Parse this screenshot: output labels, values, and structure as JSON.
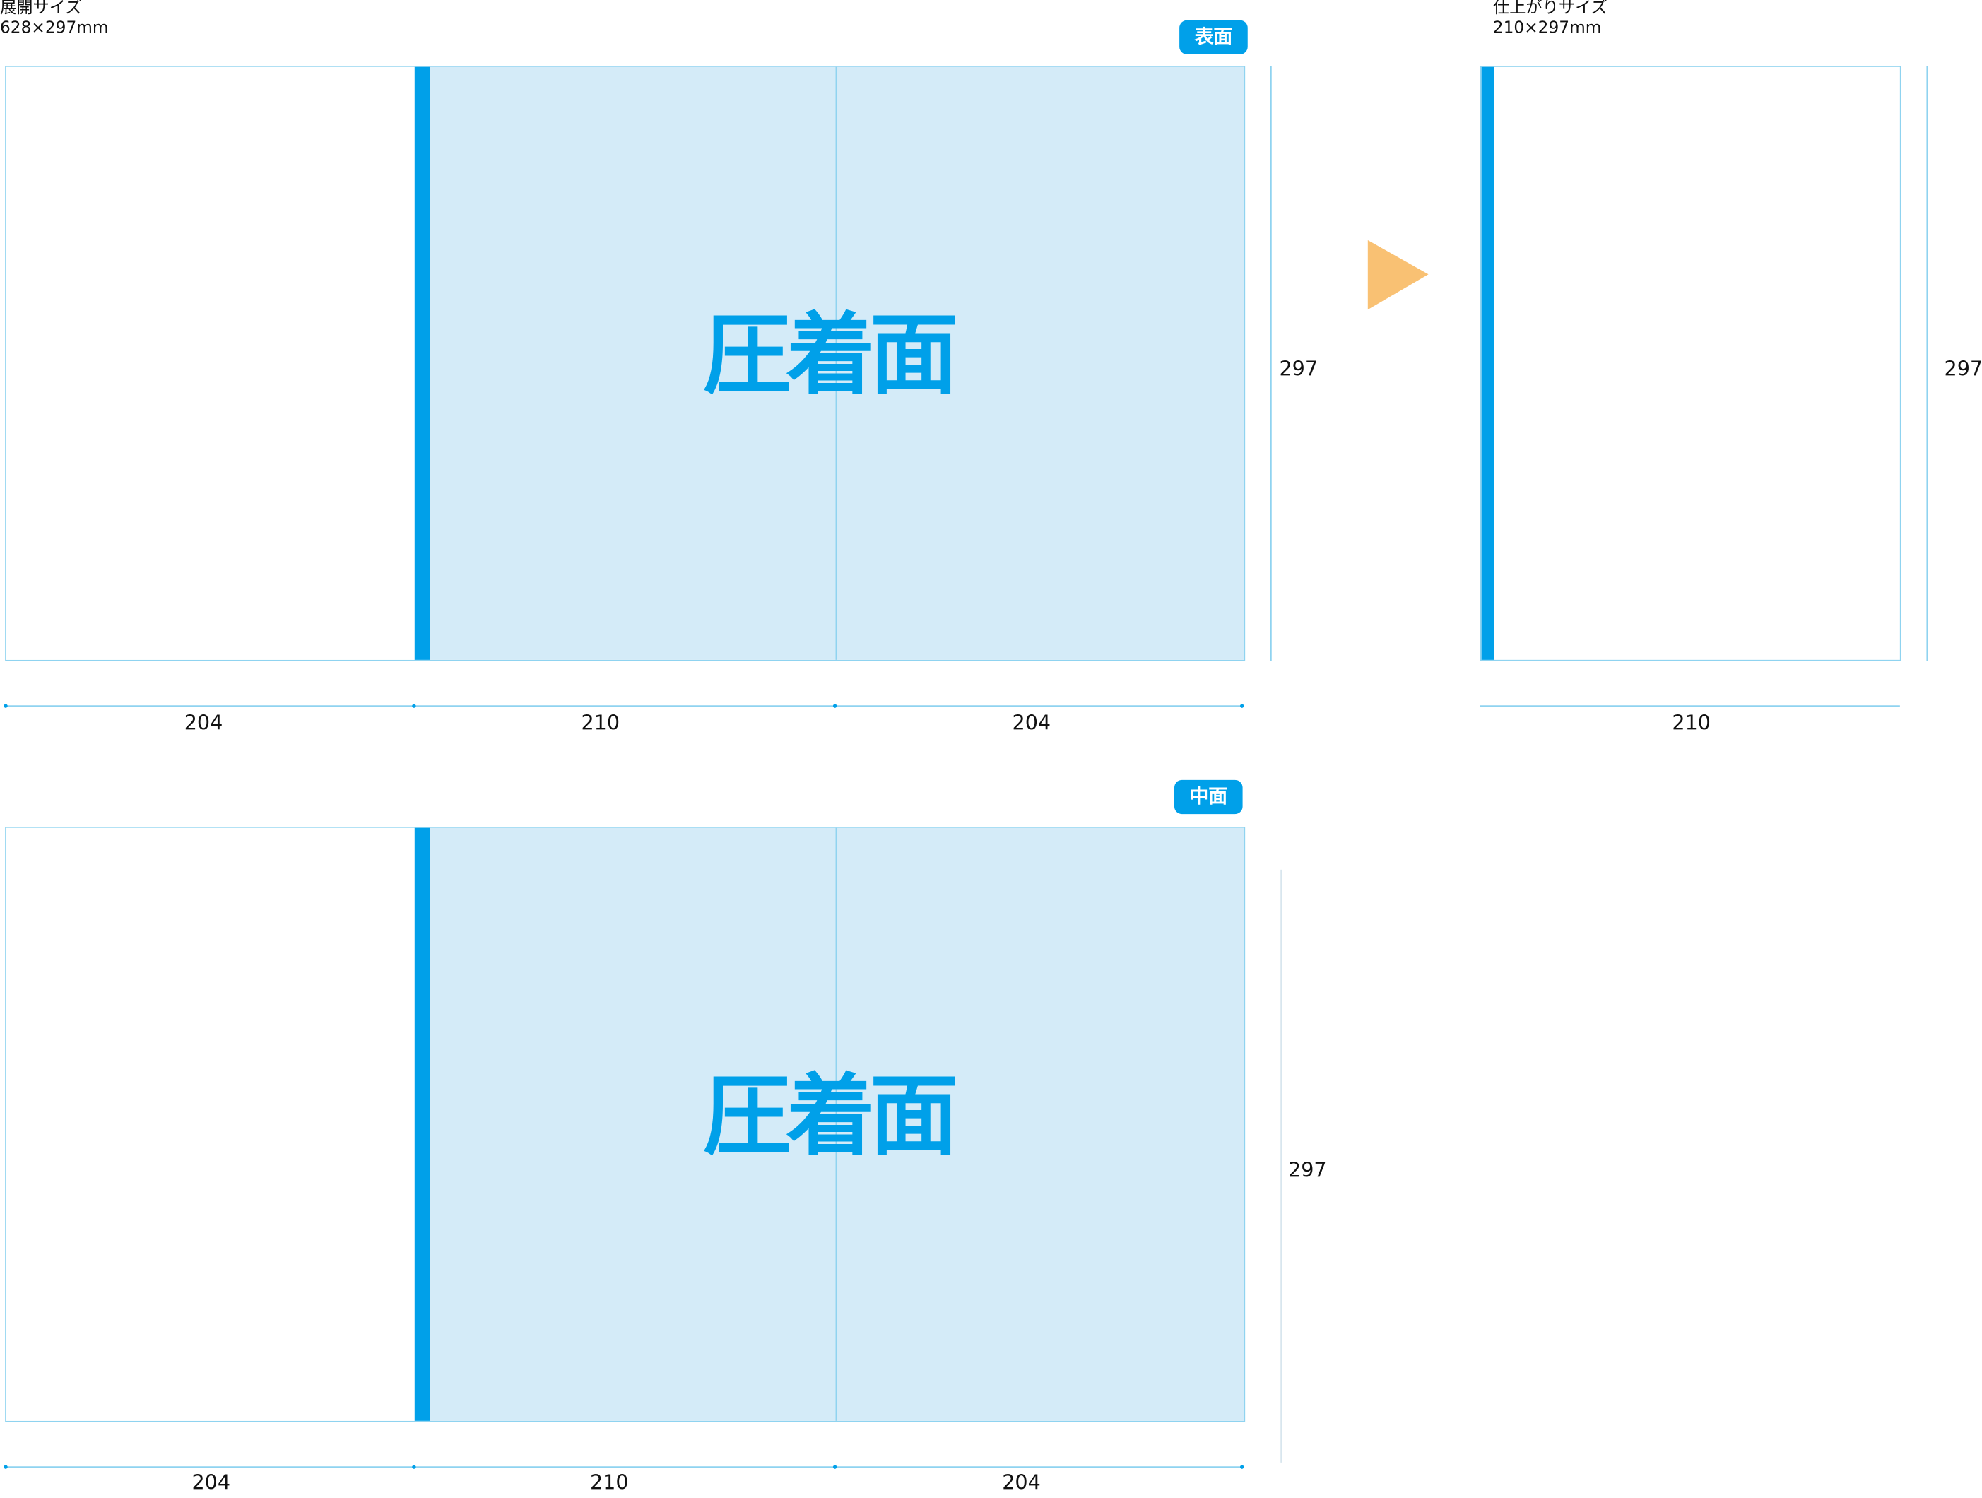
{
  "spread": {
    "title": "展開サイズ",
    "size": "628×297mm"
  },
  "finished": {
    "title": "仕上がりサイズ",
    "size": "210×297mm",
    "width_label": "210",
    "height_label": "297"
  },
  "front": {
    "badge": "表面",
    "center_text": "圧着面",
    "height_label": "297",
    "widths": [
      "204",
      "210",
      "204"
    ]
  },
  "inside": {
    "badge": "中面",
    "center_text": "圧着面",
    "height_label": "297",
    "widths": [
      "204",
      "210",
      "204"
    ]
  },
  "colors": {
    "accent": "#00a0e9",
    "glue_area": "#d4ebf8",
    "arrow": "#f9c173"
  }
}
